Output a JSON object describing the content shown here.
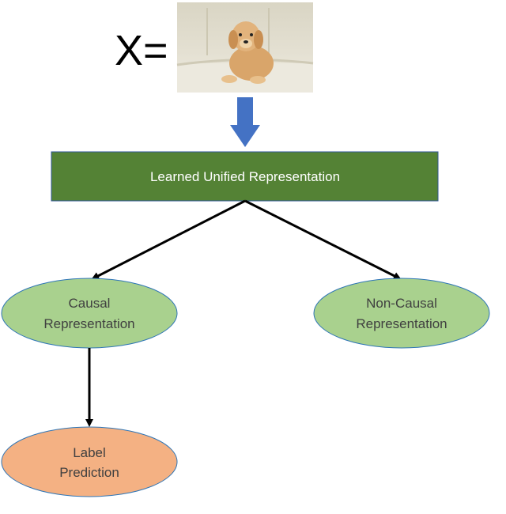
{
  "input": {
    "label": "X=",
    "image": "puppy-on-sofa"
  },
  "nodes": {
    "unified": {
      "label": "Learned Unified Representation"
    },
    "causal": {
      "line1": "Causal",
      "line2": "Representation"
    },
    "noncausal": {
      "line1": "Non-Causal",
      "line2": "Representation"
    },
    "prediction": {
      "line1": "Label",
      "line2": "Prediction"
    }
  },
  "colors": {
    "unified_fill": "#548235",
    "unified_stroke": "#2f5597",
    "unified_text": "#ffffff",
    "green_ellipse_fill": "#a9d18e",
    "green_ellipse_stroke": "#2e75b6",
    "orange_ellipse_fill": "#f4b183",
    "orange_ellipse_stroke": "#2e75b6",
    "input_arrow": "#4472c4",
    "edge": "#000000",
    "node_text": "#404040"
  },
  "edges": [
    {
      "from": "input",
      "to": "unified",
      "style": "block-arrow"
    },
    {
      "from": "unified",
      "to": "causal",
      "style": "line-arrow"
    },
    {
      "from": "unified",
      "to": "noncausal",
      "style": "line-arrow"
    },
    {
      "from": "causal",
      "to": "prediction",
      "style": "line-arrow"
    }
  ]
}
